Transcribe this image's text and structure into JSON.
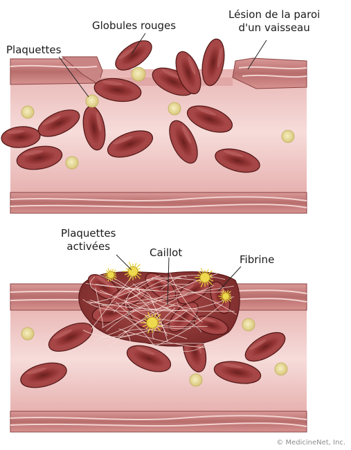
{
  "labels": {
    "globules_rouges": "Globules rouges",
    "lesion_line1": "Lésion de la paroi",
    "lesion_line2": "d'un vaisseau",
    "plaquettes": "Plaquettes",
    "plaquettes_activees_line1": "Plaquettes",
    "plaquettes_activees_line2": "activées",
    "caillot": "Caillot",
    "fibrine": "Fibrine"
  },
  "credit": "© MedicineNet, Inc.",
  "colors": {
    "vessel_wall": "#c98583",
    "vessel_wall_dark": "#9c4f4e",
    "lumen": "#f0c8c6",
    "lumen_center": "#f7dcda",
    "red_cell": "#8c2f2f",
    "red_cell_dark": "#5e1919",
    "platelet": "#e6dc9e",
    "activated_platelet": "#e9d24a",
    "fibrin": "#f1d6d0"
  }
}
